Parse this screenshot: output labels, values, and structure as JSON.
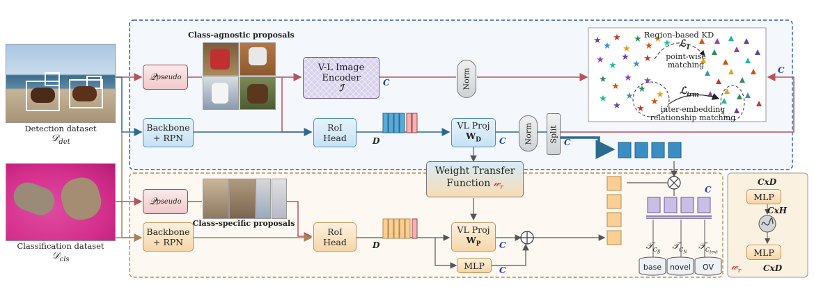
{
  "regions": {
    "detection_dataset": {
      "title": "Detection dataset",
      "symbol": "𝒟",
      "sub": "det"
    },
    "classification_dataset": {
      "title": "Classification dataset",
      "symbol": "𝒟",
      "sub": "cls"
    }
  },
  "labels": {
    "class_agnostic": "Class-agnostic proposals",
    "class_specific": "Class-specific proposals",
    "region_kd": "Region-based KD",
    "point_wise": "point-wise\nmatching",
    "inter_embedding": "inter-embedding\nrelationship matching"
  },
  "blocks": {
    "q_pseudo_top": {
      "symbol": "𝒬",
      "sub": "pseudo"
    },
    "q_pseudo_bot": {
      "symbol": "𝒬",
      "sub": "pseudo"
    },
    "vl_encoder": {
      "line1": "V-L Image",
      "line2": "Encoder",
      "line3": "ℐ"
    },
    "norm_top": "Norm",
    "backbone_top": {
      "line1": "Backbone",
      "line2": "+ RPN"
    },
    "roi_top": {
      "line1": "RoI",
      "line2": "Head"
    },
    "vlproj_top": {
      "line1": "VL Proj",
      "line2": "W",
      "sub": "D"
    },
    "norm_mid": "Norm",
    "split": "Split",
    "wtf": {
      "line1": "Weight Transfer",
      "line2": "Function",
      "sym": "𝓌",
      "sub": "r"
    },
    "backbone_bot": {
      "line1": "Backbone",
      "line2": "+ RPN"
    },
    "roi_bot": {
      "line1": "RoI",
      "line2": "Head"
    },
    "vlproj_bot": {
      "line1": "VL Proj",
      "line2": "W",
      "sub": "P"
    },
    "mlp_bot": "MLP",
    "legend_mlp1": "MLP",
    "legend_mlp2": "MLP",
    "legend_sym": "𝓌",
    "legend_sub": "r"
  },
  "vars": {
    "C": "C",
    "D": "D",
    "CxD": "CxD",
    "CxH": "CxH",
    "L1": "ℒ",
    "L1_sub": "1",
    "Lirm": "ℒ",
    "Lirm_sub": "irm",
    "TCB": "𝒯",
    "TCB_sub": "C",
    "TCB_subsub": "B",
    "TCN": "𝒯",
    "TCN_sub": "C",
    "TCN_subsub": "N",
    "TCtext": "𝒯",
    "TCtext_sub": "C",
    "TCtext_subsub": "text"
  },
  "databases": [
    "base",
    "novel",
    "OV"
  ],
  "colors": {
    "det_line": "#b5545a",
    "det_main": "#2a6b8f",
    "cls_line": "#a88255",
    "top_box_border": "#2f5f8f",
    "bottom_box_border": "#b88a4a",
    "feat_pink": "#f1b3b3",
    "feat_blue": "#5aa9d6",
    "feat_orange": "#f9cf95",
    "feat_purple": "#c9bfe6",
    "ov_blue": "#3b8ec4"
  }
}
